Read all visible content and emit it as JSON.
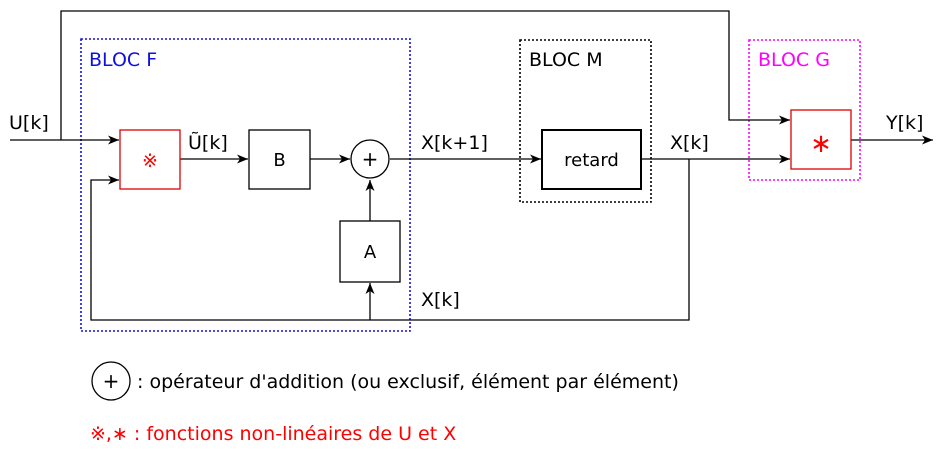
{
  "colors": {
    "bloc_f": "#1010e0",
    "bloc_g": "#ff00ff",
    "bloc_m": "#000000",
    "nonlinear": "#ff0000",
    "wire": "#000000"
  },
  "blocks": {
    "bloc_f": "BLOC F",
    "bloc_m": "BLOC M",
    "bloc_g": "BLOC G",
    "b": "B",
    "a": "A",
    "retard": "retard",
    "adder_symbol": "+",
    "nl_f_symbol": "※",
    "nl_g_symbol": "∗"
  },
  "signals": {
    "input": "U[k]",
    "u_tilde": "Ũ[k]",
    "x_next": "X[k+1]",
    "x_out": "X[k]",
    "x_feedback": "X[k]",
    "output": "Y[k]"
  },
  "legend": {
    "adder_symbol": "+",
    "adder_text": ": opérateur d'addition (ou exclusif, élément par élément)",
    "nonlinear_symbols": "※,∗",
    "nonlinear_text": " : fonctions non-linéaires de U et X"
  },
  "icons": {
    "adder": "circle-plus-icon",
    "nonlinear_f": "reference-mark-icon",
    "nonlinear_g": "asterisk-icon"
  }
}
